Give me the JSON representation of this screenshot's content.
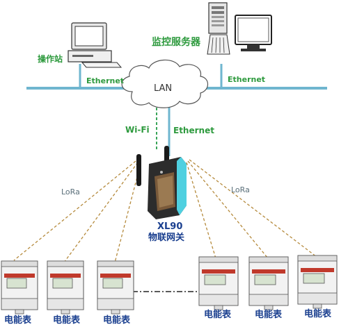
{
  "labels": {
    "operator_station": "操作站",
    "monitor_server": "监控服务器",
    "ethernet_left": "Ethernet",
    "ethernet_right": "Ethernet",
    "lan": "LAN",
    "wifi": "Wi-Fi",
    "ethernet_vertical": "Ethernet",
    "lora_left": "LoRa",
    "lora_right": "LoRa",
    "gateway_model": "XL90",
    "gateway_name": "物联网关"
  },
  "meters": [
    {
      "label": "电能表"
    },
    {
      "label": "电能表"
    },
    {
      "label": "电能表"
    },
    {
      "label": "电能表"
    },
    {
      "label": "电能表"
    },
    {
      "label": "电能表"
    }
  ],
  "colors": {
    "network_line": "#6fb6cf",
    "wifi_line": "#3aa55a",
    "lora_line": "#b58a3c",
    "label_green": "#2e9a3e",
    "label_blue": "#1a3f8f"
  }
}
